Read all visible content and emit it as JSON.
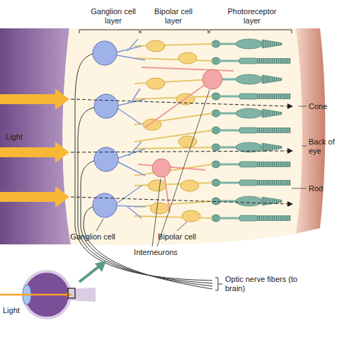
{
  "diagram": {
    "labels": [
      "Ganglion cell layer",
      "Bipolar cell layer",
      "Photoreceptor layer",
      "Cone",
      "Light",
      "Back of eye",
      "Rod",
      "Ganglion cell",
      "Bipolar cell",
      "Interneurons",
      "Optic nerve fibers (to brain)",
      "Light"
    ]
  }
}
